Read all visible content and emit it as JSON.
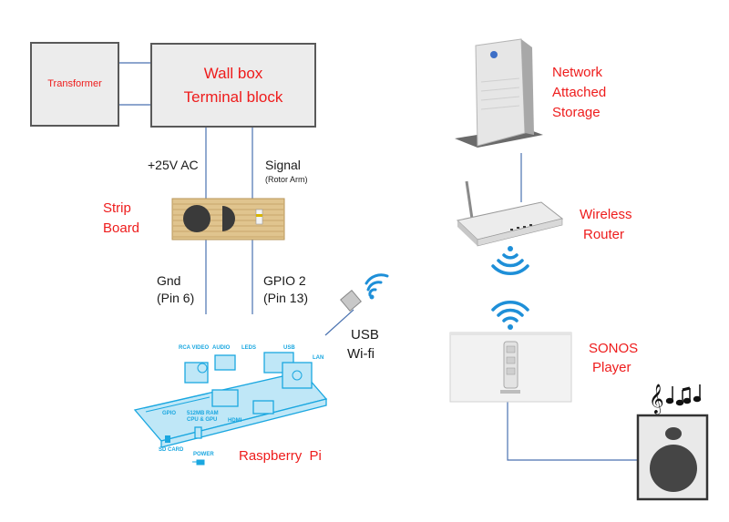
{
  "boxes": {
    "transformer": "Transformer",
    "wallbox_line1": "Wall box",
    "wallbox_line2": "Terminal block"
  },
  "wires": {
    "ac": "+25V AC",
    "signal": "Signal",
    "signal_sub": "(Rotor Arm)",
    "gnd": "Gnd",
    "gnd_pin": "(Pin 6)",
    "gpio": "GPIO 2",
    "gpio_pin": "(Pin 13)"
  },
  "components": {
    "strip_board_line1": "Strip",
    "strip_board_line2": "Board",
    "usb_line1": "USB",
    "usb_line2": "Wi-fi",
    "raspberry_pi": "Raspberry  Pi",
    "nas_line1": "Network",
    "nas_line2": "Attached",
    "nas_line3": "Storage",
    "router_line1": "Wireless",
    "router_line2": "Router",
    "sonos_line1": "SONOS",
    "sonos_line2": "Player"
  },
  "pi_board_labels": {
    "rca": "RCA VIDEO",
    "audio": "AUDIO",
    "leds": "LEDS",
    "usb": "USB",
    "lan": "LAN",
    "gpio": "GPIO",
    "ram_line1": "512MB RAM",
    "ram_line2": "CPU & GPU",
    "hdmi": "HDMI",
    "sdcard": "SD CARD",
    "power": "POWER"
  },
  "colors": {
    "label_red": "#ee1c1c",
    "wire_blue": "#4a72b0",
    "wifi_blue": "#1e8fd8",
    "pi_blue": "#1aa7e0"
  }
}
